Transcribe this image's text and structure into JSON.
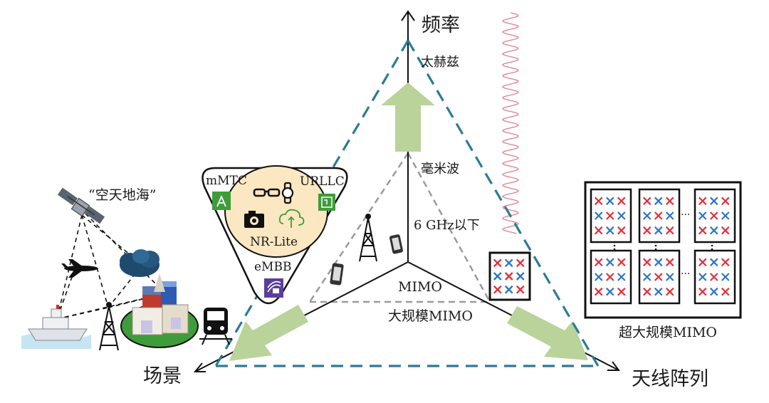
{
  "axes": {
    "frequency": "频率",
    "scenario": "场景",
    "antenna": "天线阵列"
  },
  "frequency_bands": {
    "terahertz": "太赫兹",
    "mmwave": "毫米波",
    "sub6": "6 GHz以下"
  },
  "antenna_levels": {
    "mimo": "MIMO",
    "massive_mimo": "大规模MIMO",
    "ultra_massive_mimo": "超大规模MIMO",
    "ellipsis": "···"
  },
  "scenario": {
    "space_air_ground_sea": "“空天地海”",
    "services": {
      "mmtc": "mMTC",
      "urllc": "URLLC",
      "embb": "eMBB",
      "nr_lite": "NR-Lite"
    }
  },
  "colors": {
    "dashed_outline": "#2a7b96",
    "arrow_green": "#b9d39a",
    "nr_lite_fill": "#fbe7c1",
    "antenna_red": "#e0323c",
    "antenna_blue": "#2d74c4",
    "wave_pink": "#e07f8f",
    "app_icon_green": "#3f9c3a",
    "app_icon_purple": "#5b3e9a"
  },
  "icons": [
    "satellite-icon",
    "airplane-icon",
    "cloud-icon",
    "ship-icon",
    "tower-icon",
    "building-icon",
    "train-icon",
    "phone-icon",
    "glasses-icon",
    "watch-icon",
    "camera-icon",
    "cloud-upload-icon",
    "chip-icon",
    "vr-icon",
    "wave-icon"
  ]
}
